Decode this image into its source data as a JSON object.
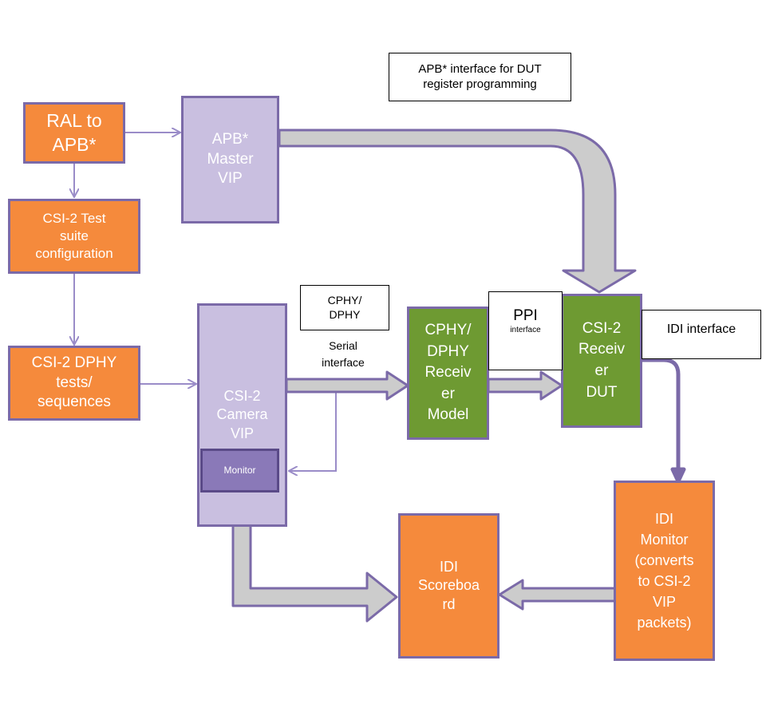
{
  "colors": {
    "orange_fill": "#f58a3c",
    "lavender_fill": "#c9bfe0",
    "green_fill": "#6e9a32",
    "monitor_fill": "#8a79b8",
    "purple_border": "#7b6aa8",
    "thick_arrow_fill": "#cccccc"
  },
  "blocks": {
    "ral_to_apb": "RAL to\nAPB*",
    "csi2_test_suite": "CSI-2  Test\nsuite\nconfiguration",
    "csi2_dphy_tests": "CSI-2 DPHY\ntests/\nsequences",
    "apb_master_vip": "APB*\nMaster\nVIP",
    "csi2_camera_vip": "CSI-2\nCamera\nVIP",
    "monitor": "Monitor",
    "cphy_dphy_receiver_model": "CPHY/\nDPHY\nReceiv\ner\nModel",
    "csi2_receiver_dut": "CSI-2\nReceiv\ner\nDUT",
    "idi_monitor": "IDI\nMonitor\n(converts\nto CSI-2\nVIP\npackets)",
    "idi_scoreboard": "IDI\nScoreboa\nrd"
  },
  "labels": {
    "apb_interface_note": "APB* interface for DUT\nregister programming",
    "cphy_dphy_note": "CPHY/\nDPHY",
    "serial_interface": "Serial\ninterface",
    "ppi": "PPI",
    "ppi_interface": "interface",
    "idi_interface": "IDI interface"
  }
}
